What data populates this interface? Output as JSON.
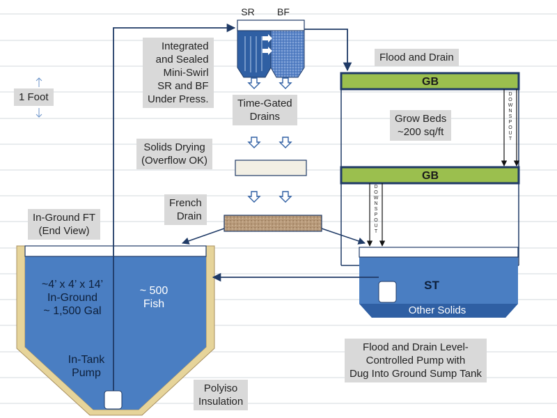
{
  "labels": {
    "sr": "SR",
    "bf": "BF",
    "integrated": "Integrated\nand Sealed\nMini-Swirl\nSR and BF\nUnder Press.",
    "time_gated": "Time-Gated\nDrains",
    "flood_drain": "Flood and Drain",
    "one_foot": "1 Foot",
    "gb_top": "GB",
    "gb_bottom": "GB",
    "downspout": "D\nO\nW\nN\nS\nP\nO\nU\nT",
    "grow_beds": "Grow Beds\n~200 sq/ft",
    "solids_drying": "Solids Drying\n(Overflow OK)",
    "french_drain": "French\nDrain",
    "in_ground_ft": "In-Ground FT\n(End View)",
    "tank_dims": "~4’ x 4’ x 14’\nIn-Ground\n~ 1,500 Gal",
    "fish": "~ 500\nFish",
    "pump": "In-Tank\nPump",
    "st": "ST",
    "other_solids": "Other Solids",
    "sump_pump": "Flood and Drain Level-\nControlled Pump with\nDug Into Ground Sump Tank",
    "polyiso": "Polyiso\nInsulation"
  },
  "colors": {
    "water": "#4a7ec2",
    "water_dark": "#2f5fa3",
    "grow_bed": "#9bbf4e",
    "grow_bed_border": "#1f3a66",
    "insulation": "#e6d49a",
    "pipe": "#1f3a66",
    "label_bg": "#d9d9d9",
    "gravel": "#b89a7a",
    "drying": "#f2efe4"
  }
}
